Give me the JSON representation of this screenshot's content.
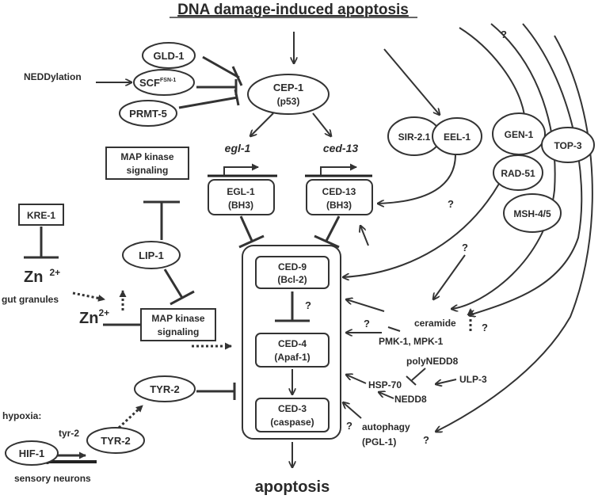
{
  "title": "DNA damage-induced apoptosis",
  "colors": {
    "ink": "#2a2a2a",
    "background": "#ffffff"
  },
  "upstream": {
    "gld1": "GLD-1",
    "neddylation": "NEDDylation",
    "scf": "SCF",
    "scf_sup": "FSN-1",
    "prmt5": "PRMT-5",
    "cep1_a": "CEP-1",
    "cep1_b": "(p53)"
  },
  "genes": {
    "egl1_gene": "egl-1",
    "ced13_gene": "ced-13",
    "egl1_a": "EGL-1",
    "egl1_b": "(BH3)",
    "ced13_a": "CED-13",
    "ced13_b": "(BH3)"
  },
  "right": {
    "sir21": "SIR-2.1",
    "eel1": "EEL-1",
    "gen1": "GEN-1",
    "top3": "TOP-3",
    "rad51": "RAD-51",
    "msh45": "MSH-4/5",
    "ceramide": "ceramide",
    "pmk_mpk": "PMK-1,  MPK-1",
    "polynedd8": "polyNEDD8",
    "hsp70": "HSP-70",
    "nedd8": "NEDD8",
    "ulp3": "ULP-3",
    "autophagy_a": "autophagy",
    "autophagy_b": "(PGL-1)",
    "q": "?"
  },
  "left": {
    "map1_a": "MAP kinase",
    "map1_b": "signaling",
    "kre1": "KRE-1",
    "zn": "Zn",
    "zn_sup": "2+",
    "lip1": "LIP-1",
    "gut_granules": "gut granules",
    "map2_a": "MAP kinase",
    "map2_b": "signaling",
    "tyr2_protein": "TYR-2",
    "hypoxia": "hypoxia:",
    "tyr2_gene": "tyr-2",
    "tyr2_lower": "TYR-2",
    "hif1": "HIF-1",
    "sensory": "sensory neurons"
  },
  "core": {
    "ced9_a": "CED-9",
    "ced9_b": "(Bcl-2)",
    "ced4_a": "CED-4",
    "ced4_b": "(Apaf-1)",
    "ced3_a": "CED-3",
    "ced3_b": "(caspase)"
  },
  "output": "apoptosis"
}
